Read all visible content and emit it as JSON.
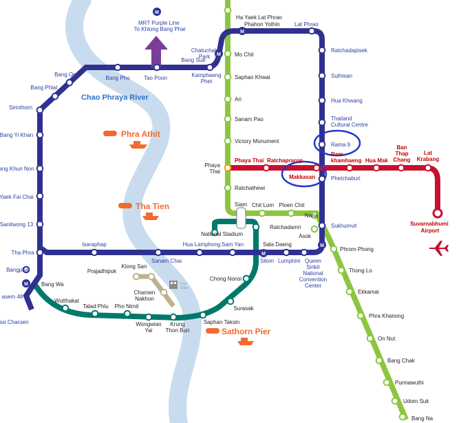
{
  "colors": {
    "blue_line": "#2f3192",
    "green_line": "#8cc63f",
    "red_line": "#c8102e",
    "teal_line": "#00796b",
    "gold_line": "#bcb38c",
    "purple_arrow": "#7b3d99",
    "river": "#c9dcef",
    "highlight_ring": "#2438c8",
    "pier_orange": "#f26a2e"
  },
  "labels": {
    "purple_line": "MRT Purple Line\nTo Khlong Bang Phai",
    "river": "Chao Phraya River",
    "airport": "Suvarnabhumi\nAirport",
    "pier_phra_athit": "Phra Athit",
    "pier_tha_tien": "Tha Tien",
    "pier_sathorn": "Sathorn  Pier",
    "icon_siam_small": "Icon\nSiam"
  },
  "stations": {
    "ha_yaek_lat_phrao": "Ha Yaek Lat Phrao",
    "phahon_yothin": "Phahon Yothin",
    "lat_phrao": "Lat Phrao",
    "mo_chit": "Mo Chit",
    "ratchadapisek": "Ratchadapisek",
    "saphan_khwai": "Saphan Khwai",
    "suthisan": "Suthisan",
    "ari": "Ari",
    "huai_khwang": "Hua Khwang",
    "sanam_pao": "Sanam Pao",
    "thailand_cultural_centre": "Thailand\nCultural Centre",
    "victory_monument": "Victory Monument",
    "rama_9": "Rama 9",
    "phaya_thai_arl": "Phaya Thai",
    "ratchaprarop": "Ratchaprarop",
    "makkasan": "Makkasan",
    "phetchaburi": "Phetchaburi",
    "ram_khamhaeng": "Ram\nkhamhaeng",
    "hua_mak": "Hua Mak",
    "ban_thap_chang": "Ban\nThap\nChang",
    "lat_krabang": "Lat\nKrabang",
    "phaya_thai_bts": "Phaya\nThai",
    "ratchathewi": "Ratchathewi",
    "siam": "Siam",
    "chit_lom": "Chit Lom",
    "ploen_chit": "Ploen Chit",
    "nana": "Nana",
    "national_stadium": "National Stadium",
    "ratchadamri": "Ratchadamri",
    "sukhumvit": "Sukhumvit",
    "asok": "Asok",
    "sala_daeng": "Sala Daeng",
    "silom": "Silom",
    "lumphini": "Lumphini",
    "qsncc": "Queen\nSirikit\nNational\nConvention\nCenter",
    "phrom_phong": "Phrom Phong",
    "thong_lo": "Thong Lo",
    "ekkamai": "Ekkamai",
    "phra_khanong": "Phra Khanong",
    "on_nut": "On Nut",
    "bang_chak": "Bang Chak",
    "punnawithi": "Punnawuthi",
    "udom_suk": "Udom Suk",
    "bang_na": "Bang Na",
    "chatuchak_park": "Chatuchak\nPark",
    "bang_sue": "Bang Sue",
    "kamphaeng_phet": "Kamphaeng\nPhet",
    "tao_poon": "Tao Poon",
    "bang_pho": "Bang Pho",
    "bang_o": "Bang Or",
    "bang_phlat": "Bang Phlat",
    "sirindhorn": "Sirinthorn",
    "bang_yi_khan": "Bang Yi Khan",
    "bang_khun_non": "ang Khun Non",
    "fai_chai": "Yaek Fai Chai",
    "sanitwong": "Sanitwong 13",
    "tha_phra": "Tha Phra",
    "itsaraphap": "Isaraphap",
    "sanam_chai": "Sanam Chai",
    "hua_lamphong": "Hua Lamphong",
    "sam_yan": "Sam Yan",
    "bangphai": "Bangphai",
    "bang_wa": "Bang Wa",
    "phetkasem_48": "asem 48",
    "phasi_charoen": "asi Charoen",
    "wutthakat": "Wutthakat",
    "talad_phlu": "Talad Phlu",
    "pho_nimit": "Pho Nimit",
    "prajadhipok": "Prajadhipok",
    "khlong_san": "Klong San",
    "charoen_nakhon": "Charoen\nNakhon",
    "wongwian_yai": "Wongwian\nYai",
    "krung_thon_buri": "Krung\nThon Buri",
    "saphan_taksin": "Saphan Taksin",
    "surasak": "Surasak",
    "chong_nonsi": "Chong Nonsi"
  }
}
